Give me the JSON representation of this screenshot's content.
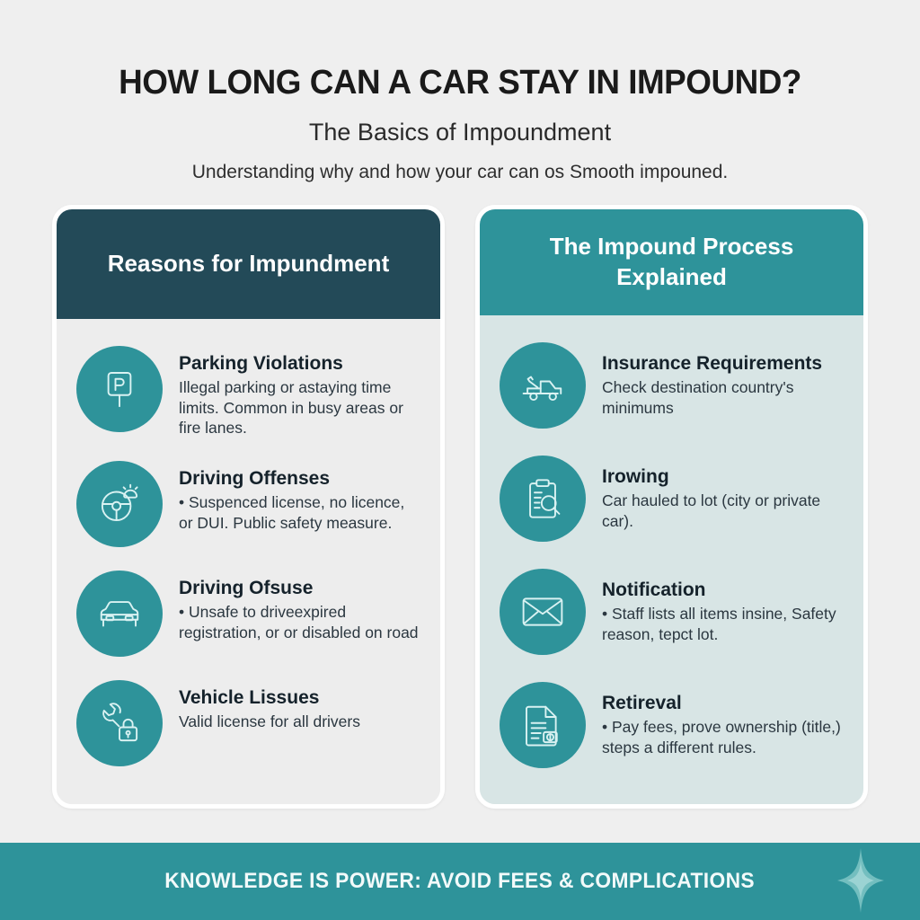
{
  "header": {
    "title": "HOW LONG CAN A CAR STAY IN IMPOUND?",
    "subtitle": "The Basics of Impoundment",
    "tagline": "Understanding why and how your car can os Smooth impouned."
  },
  "colors": {
    "page_background": "#efefef",
    "left_header": "#234a58",
    "right_header": "#2e939a",
    "left_body": "#ededed",
    "right_body": "#d8e5e5",
    "icon_circle": "#2e939a",
    "icon_stroke": "#d9f2f2",
    "footer": "#2e939a"
  },
  "cards": [
    {
      "id": "reasons-for-impoundment",
      "header": "Reasons for Impundment",
      "items": [
        {
          "icon": "parking-sign-icon",
          "title": "Parking Violations",
          "desc": "Illegal parking or astaying time limits. Common in busy areas or fire lanes."
        },
        {
          "icon": "steering-wheel-siren-icon",
          "title": "Driving Offenses",
          "desc": "• Suspenced license, no licence, or DUI. Public safety measure."
        },
        {
          "icon": "car-front-icon",
          "title": "Driving Ofsuse",
          "desc": "• Unsafe to driveexpired registration, or or disabled on road"
        },
        {
          "icon": "wrench-lock-icon",
          "title": "Vehicle Lissues",
          "desc": "Valid license for all drivers"
        }
      ]
    },
    {
      "id": "the-impound-process-explained",
      "header": "The Impound Process Explained",
      "items": [
        {
          "icon": "tow-truck-icon",
          "title": "Insurance Requirements",
          "desc": "Check destination country's minimums"
        },
        {
          "icon": "clipboard-search-icon",
          "title": "Irowing",
          "desc": "Car hauled to lot (city or private car)."
        },
        {
          "icon": "envelope-icon",
          "title": "Notification",
          "desc": "• Staff lists all items insine, Safety reason, tepct lot."
        },
        {
          "icon": "document-dollar-icon",
          "title": "Retireval",
          "desc": "• Pay fees, prove ownership (title,) steps a different rules."
        }
      ]
    }
  ],
  "footer": {
    "text": "KNOWLEDGE IS POWER: AVOID FEES & COMPLICATIONS",
    "sparkle_icon": "sparkle-icon"
  }
}
